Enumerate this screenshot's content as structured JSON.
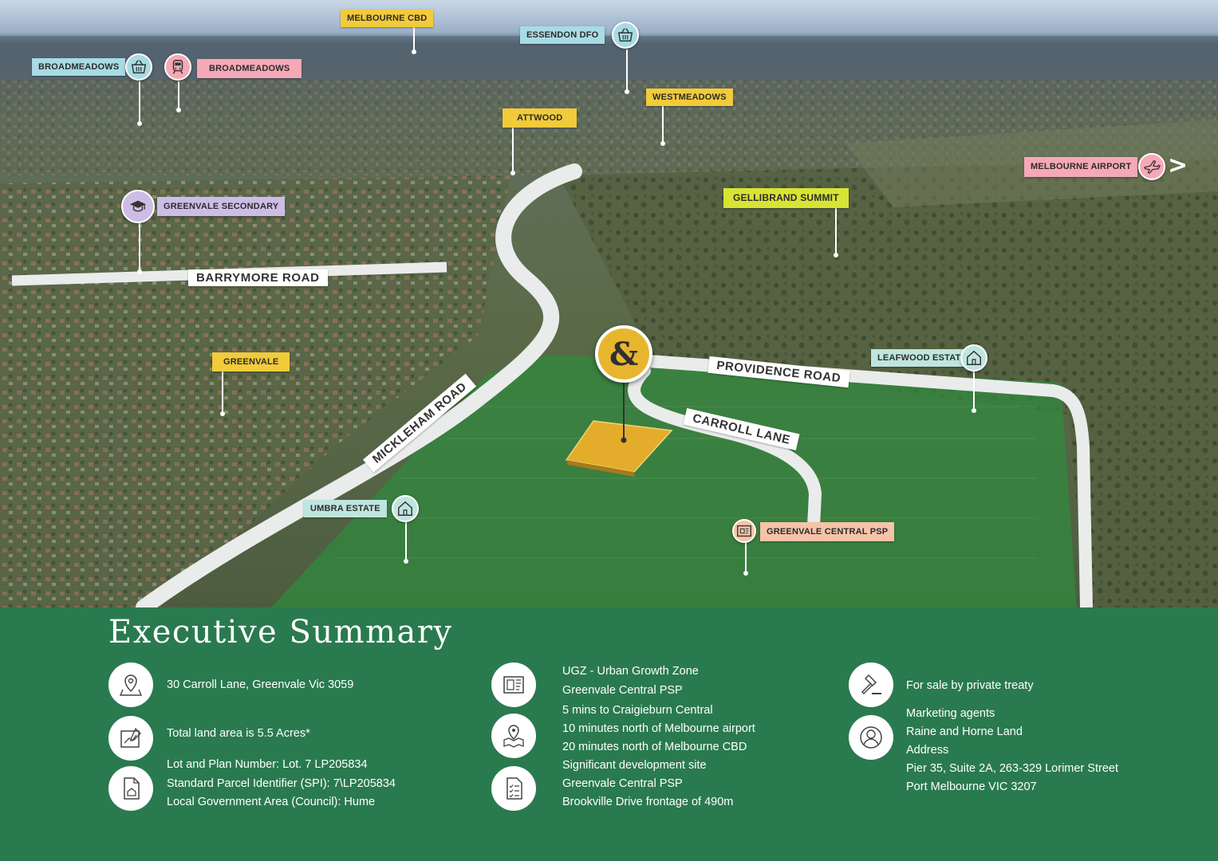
{
  "map": {
    "place_tags": {
      "melbourne_cbd": "MELBOURNE CBD",
      "essendon_dfo": "ESSENDON DFO",
      "broadmeadows_shop": "BROADMEADOWS",
      "broadmeadows_station": "BROADMEADOWS",
      "westmeadows": "WESTMEADOWS",
      "attwood": "ATTWOOD",
      "melbourne_airport": "MELBOURNE AIRPORT",
      "greenvale_secondary": "GREENVALE SECONDARY",
      "gellibrand_summit": "GELLIBRAND SUMMIT",
      "greenvale": "GREENVALE",
      "leafwood_estate": "LEAFWOOD ESTATE",
      "umbra_estate": "UMBRA  ESTATE",
      "greenvale_central_psp": "GREENVALE CENTRAL PSP"
    },
    "roads": {
      "barrymore": "BARRYMORE ROAD",
      "mickleham": "MICKLEHAM ROAD",
      "providence": "PROVIDENCE ROAD",
      "carroll": "CARROLL LANE"
    },
    "logo_symbol": "&",
    "airport_arrow": ">",
    "colors": {
      "tag_yellow": "#f2cb3a",
      "tag_blue": "#a8dbe3",
      "tag_pink": "#f6a8b6",
      "tag_purple": "#cdbde6",
      "tag_lime": "#d7e434",
      "tag_mint": "#bfe5df",
      "tag_peach": "#f6c3a8",
      "site_gold": "#e3ad2b",
      "overlay_green": "#2f8a3e"
    }
  },
  "summary": {
    "title": "Executive Summary",
    "col1": {
      "address": "30 Carroll Lane, Greenvale Vic 3059",
      "land_area": "Total land area is 5.5 Acres*",
      "lot_plan": "Lot and Plan Number: Lot. 7 LP205834",
      "spi": "Standard Parcel Identifier (SPI): 7\\LP205834",
      "lga": "Local Government Area (Council): Hume"
    },
    "col2": {
      "zone": "UGZ - Urban Growth Zone",
      "psp": "Greenvale Central PSP",
      "craigieburn": "5 mins to Craigieburn Central",
      "airport": "10 minutes north of Melbourne airport",
      "cbd": "20 minutes north of Melbourne CBD",
      "significant": "Significant development site",
      "psp2": "Greenvale Central PSP",
      "frontage": "Brookville Drive frontage of 490m"
    },
    "col3": {
      "sale": "For sale by private treaty",
      "agents_heading": "Marketing agents",
      "agency": "Raine and Horne Land",
      "address_heading": "Address",
      "address_line1": "Pier 35, Suite 2A, 263-329 Lorimer Street",
      "address_line2": "Port Melbourne VIC 3207"
    },
    "icons": [
      "map-pin-icon",
      "land-plan-icon",
      "document-house-icon",
      "blueprint-icon",
      "location-map-icon",
      "checklist-icon",
      "auction-gavel-icon",
      "person-icon"
    ]
  }
}
